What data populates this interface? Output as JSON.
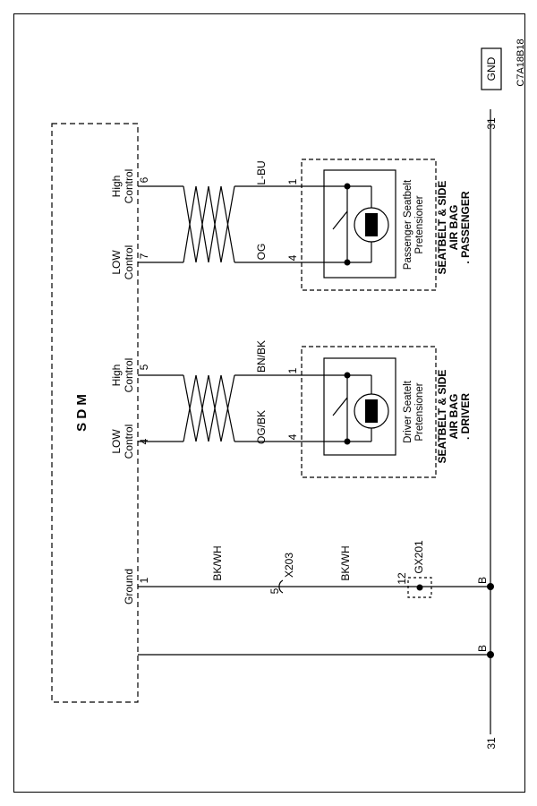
{
  "diagram": {
    "code": "C7A18B18",
    "gnd_label": "GND",
    "terminal_31_top": "31",
    "terminal_31_bottom": "31",
    "sdm_title": "S D M",
    "sdm_pins": {
      "ground_label": "Ground",
      "ground_num": "1",
      "driver_low_label1": "LOW",
      "driver_low_label2": "Control",
      "driver_low_num": "4",
      "driver_high_label1": "High",
      "driver_high_label2": "Control",
      "driver_high_num": "5",
      "pass_low_label1": "LOW",
      "pass_low_label2": "Control",
      "pass_low_num": "7",
      "pass_high_label1": "High",
      "pass_high_label2": "Control",
      "pass_high_num": "6"
    },
    "wires": {
      "ground_wire1": "BK/WH",
      "ground_wire2": "BK/WH",
      "driver_low_wire": "OG/BK",
      "driver_high_wire": "BN/BK",
      "pass_low_wire": "OG",
      "pass_high_wire": "L-BU"
    },
    "connectors": {
      "x203_label": "X203",
      "x203_pin": "5",
      "gx201_label": "GX201",
      "gx201_pin": "12",
      "splice_b1": "B",
      "splice_b2": "B"
    },
    "driver": {
      "pin_low": "4",
      "pin_high": "1",
      "device_line1": "Driver Seatelt",
      "device_line2": "Pretensioner",
      "module_line1": "SEATBELT & SIDE",
      "module_line2": "AIR BAG",
      "module_line3": ". DRIVER"
    },
    "passenger": {
      "pin_low": "4",
      "pin_high": "1",
      "device_line1": "Passenger Seatbelt",
      "device_line2": "Pretensioner",
      "module_line1": "SEATBELT & SIDE",
      "module_line2": "AIR BAG",
      "module_line3": ". PASSENGER"
    }
  }
}
